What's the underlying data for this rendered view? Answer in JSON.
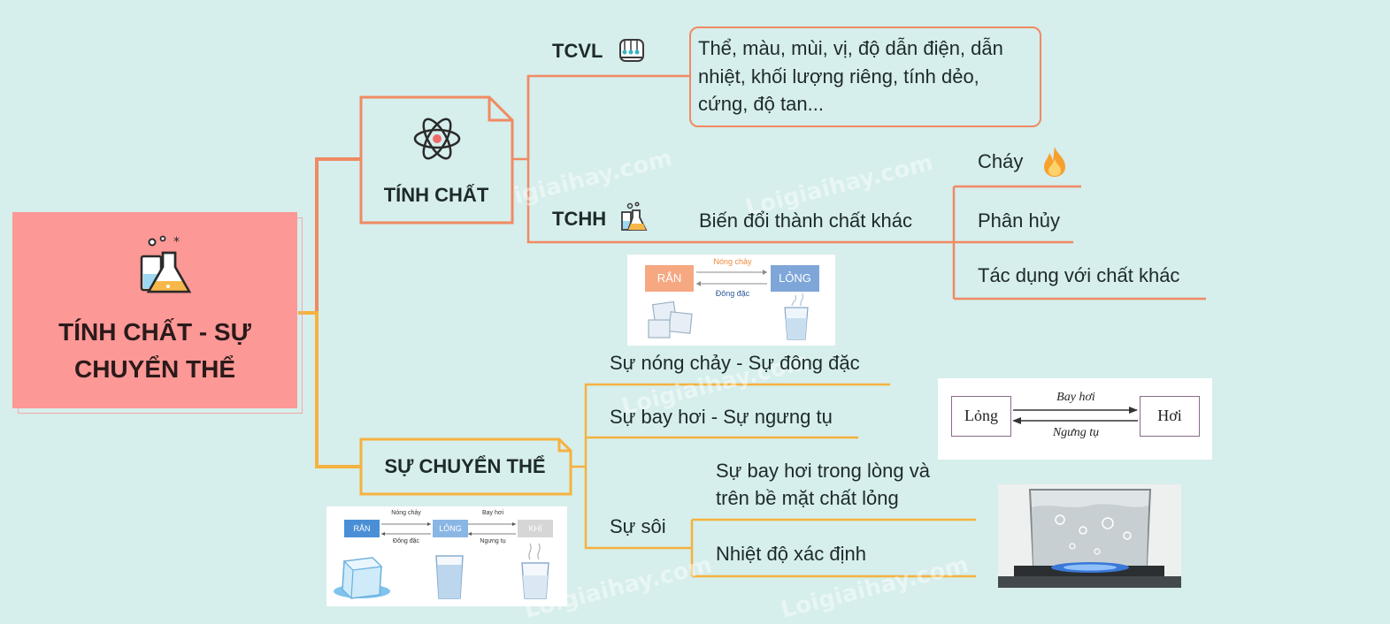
{
  "root": {
    "title_line1": "TÍNH CHẤT - SỰ",
    "title_line2": "CHUYỂN THỂ",
    "icon": "lab-flask-icon"
  },
  "branch_properties": {
    "label": "TÍNH CHẤT",
    "icon": "atom-icon",
    "physical": {
      "label": "TCVL",
      "icon": "measuring-device-icon",
      "desc_lines": [
        "Thể, màu, mùi, vị, độ dẫn điện, dẫn",
        "nhiệt, khối lượng riêng, tính dẻo,",
        "cứng, độ tan..."
      ]
    },
    "chemical": {
      "label": "TCHH",
      "icon": "chemistry-beaker-icon",
      "desc": "Biến đổi thành chất khác",
      "items": [
        {
          "label": "Cháy",
          "icon": "fire-icon"
        },
        {
          "label": "Phân hủy"
        },
        {
          "label": "Tác dụng với chất khác"
        }
      ]
    }
  },
  "branch_transitions": {
    "label": "SỰ CHUYỂN THỂ",
    "items": [
      {
        "label": "Sự nóng chảy - Sự đông đặc"
      },
      {
        "label": "Sự bay hơi - Sự ngưng tụ"
      },
      {
        "label": "Sự sôi",
        "subitems": [
          "Sự bay hơi trong lòng và",
          "trên bề mặt chất lỏng",
          "Nhiệt độ xác định"
        ]
      }
    ]
  },
  "image_melting": {
    "solid": "RẮN",
    "liquid": "LỎNG",
    "arrow_forward": "Nóng chảy",
    "arrow_back": "Đông đặc"
  },
  "image_evaporation": {
    "left": "Lỏng",
    "right": "Hơi",
    "arrow_forward": "Bay hơi",
    "arrow_back": "Ngưng tụ"
  },
  "image_three_states": {
    "solid": "RẮN",
    "liquid": "LỎNG",
    "gas": "KHÍ",
    "melt": "Nóng chảy",
    "freeze": "Đông đặc",
    "evaporate": "Bay hơi",
    "condense": "Ngưng tụ"
  },
  "image_boiling": {
    "icon": "boiling-pot-icon"
  },
  "watermark": "Loigiaihay.com",
  "colors": {
    "background": "#d6eeec",
    "root_fill": "#fc9896",
    "properties_line": "#f08a63",
    "transitions_line": "#f5b23f"
  }
}
